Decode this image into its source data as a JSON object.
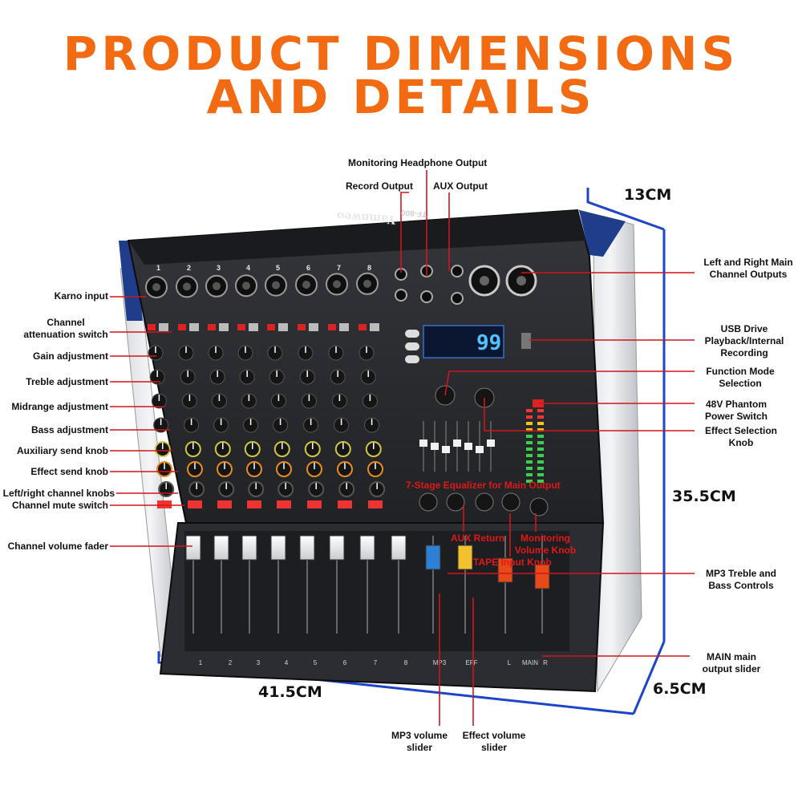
{
  "title_line1": "PRODUCT DIMENSIONS",
  "title_line2": "AND DETAILS",
  "colors": {
    "title": "#f26a12",
    "callout": "#d0161a",
    "dimension_line": "#1d45c9",
    "panel": "#2a2c31",
    "knob": "#151515",
    "side_blue": "#1f3d8a"
  },
  "brand": "Yamnweo",
  "model": "TF-800",
  "dsp_display": "99",
  "dimensions": {
    "depth_top": "13CM",
    "height": "35.5CM",
    "width": "41.5CM",
    "depth_bottom": "6.5CM"
  },
  "channels": [
    "1",
    "2",
    "3",
    "4",
    "5",
    "6",
    "7",
    "8"
  ],
  "fader_labels": [
    "1",
    "2",
    "3",
    "4",
    "5",
    "6",
    "7",
    "8",
    "MP3",
    "EFF",
    "L",
    "MAIN",
    "R"
  ],
  "callouts": {
    "headphone": "Monitoring Headphone Output",
    "record": "Record Output",
    "aux_out": "AUX Output",
    "karno": "Karno input",
    "attenuation": "Channel\nattenuation switch",
    "gain": "Gain adjustment",
    "treble": "Treble adjustment",
    "midrange": "Midrange adjustment",
    "bass": "Bass adjustment",
    "aux_send": "Auxiliary send knob",
    "effect_send": "Effect send knob",
    "lr_knobs": "Left/right channel knobs",
    "mute": "Channel mute switch",
    "fader": "Channel volume fader",
    "main_out": "Left and Right Main\nChannel Outputs",
    "usb": "USB Drive\nPlayback/Internal\nRecording",
    "function_mode": "Function Mode\nSelection",
    "phantom": "48V Phantom\nPower Switch",
    "effect_select": "Effect Selection\nKnob",
    "eq7": "7-Stage Equalizer for Main Output",
    "aux_return": "AUX Return",
    "monitor_vol": "Monitoring\nVolume Knob",
    "tape_input": "TAPE Input Knob",
    "mp3_tb": "MP3 Treble and\nBass Controls",
    "main_slider": "MAIN main\noutput slider",
    "mp3_slider": "MP3 volume\nslider",
    "eff_slider": "Effect volume\nslider"
  }
}
